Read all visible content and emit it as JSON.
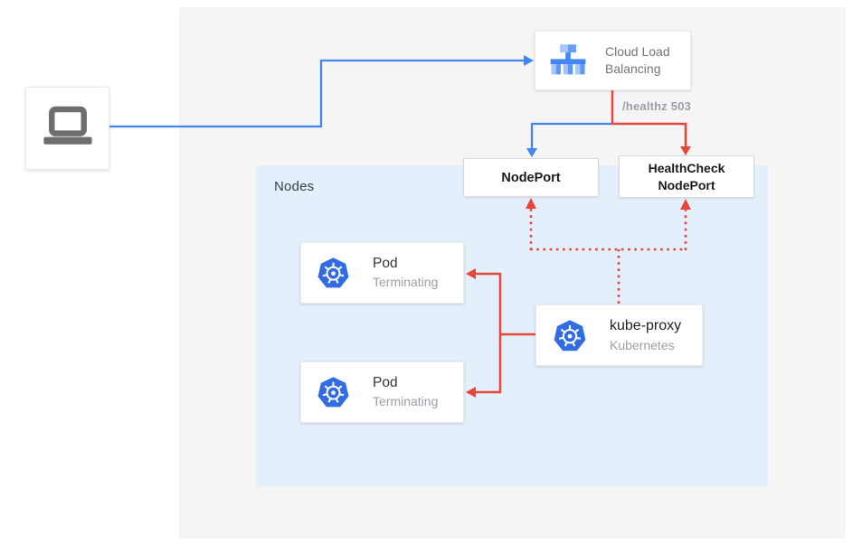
{
  "colors": {
    "blue": "#4285f4",
    "red": "#e8453c",
    "kubernetes_blue": "#326ce5",
    "panel_gray": "#f5f5f5",
    "nodes_bg": "#e3effb"
  },
  "client": {
    "icon": "laptop-icon"
  },
  "cloud_load_balancing": {
    "title": "Cloud Load Balancing",
    "icon": "load-balancer-icon"
  },
  "health_label": "/healthz 503",
  "node_port": {
    "label": "NodePort"
  },
  "healthcheck_node_port": {
    "label": "HealthCheck NodePort"
  },
  "nodes_group": {
    "label": "Nodes"
  },
  "pods": [
    {
      "title": "Pod",
      "status": "Terminating",
      "icon": "kubernetes-icon"
    },
    {
      "title": "Pod",
      "status": "Terminating",
      "icon": "kubernetes-icon"
    }
  ],
  "kube_proxy": {
    "title": "kube-proxy",
    "subtitle": "Kubernetes",
    "icon": "kubernetes-icon"
  },
  "edges": [
    {
      "from": "client",
      "to": "cloud-load-balancing",
      "color": "blue",
      "style": "solid-arrow"
    },
    {
      "from": "cloud-load-balancing",
      "to": "node-port",
      "color": "blue",
      "style": "solid-arrow"
    },
    {
      "from": "cloud-load-balancing",
      "to": "healthcheck-node-port",
      "color": "red",
      "style": "solid-arrow",
      "label": "/healthz 503"
    },
    {
      "from": "kube-proxy",
      "to": "pod-1",
      "color": "red",
      "style": "solid-arrow"
    },
    {
      "from": "kube-proxy",
      "to": "pod-2",
      "color": "red",
      "style": "solid-arrow"
    },
    {
      "from": "kube-proxy",
      "to": "node-port",
      "color": "red",
      "style": "dotted-arrow"
    },
    {
      "from": "kube-proxy",
      "to": "healthcheck-node-port",
      "color": "red",
      "style": "dotted-arrow"
    }
  ]
}
